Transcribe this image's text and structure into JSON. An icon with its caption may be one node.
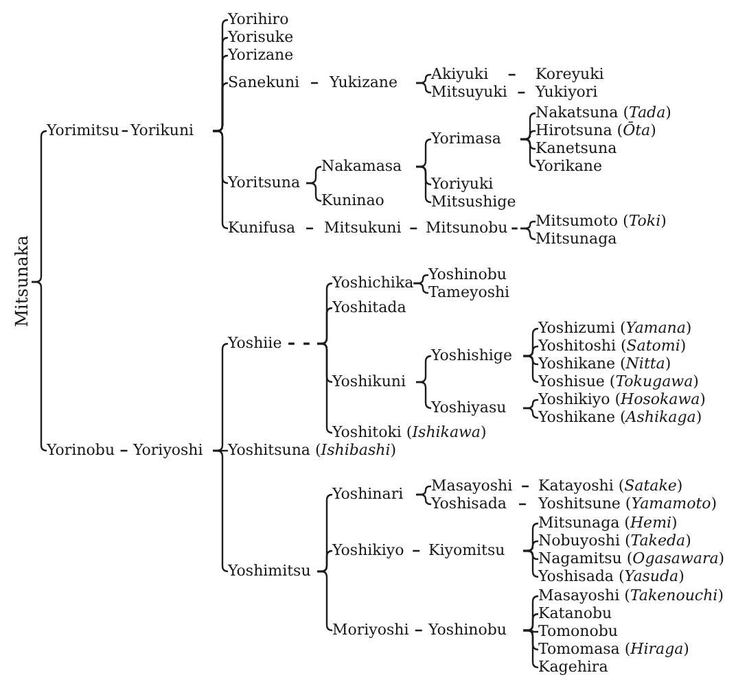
{
  "diagram": {
    "nodes": [
      {
        "text": [
          "Mitsunaka"
        ]
      },
      {
        "text": [
          "Yorimitsu"
        ]
      },
      {
        "text": [
          "Yorikuni"
        ]
      },
      {
        "text": [
          "Yorihiro"
        ]
      },
      {
        "text": [
          "Yorisuke"
        ]
      },
      {
        "text": [
          "Yorizane"
        ]
      },
      {
        "text": [
          "Sanekuni"
        ]
      },
      {
        "text": [
          "Yukizane"
        ]
      },
      {
        "text": [
          "Akiyuki"
        ]
      },
      {
        "text": [
          "Koreyuki"
        ]
      },
      {
        "text": [
          "Mitsuyuki"
        ]
      },
      {
        "text": [
          "Yukiyori"
        ]
      },
      {
        "text": [
          "Yoritsuna"
        ]
      },
      {
        "text": [
          "Nakamasa"
        ]
      },
      {
        "text": [
          "Yorimasa"
        ]
      },
      {
        "text": [
          "Nakatsuna (*Tada*)"
        ]
      },
      {
        "text": [
          "Hirotsuna (*Ōta*)"
        ]
      },
      {
        "text": [
          "Kanetsuna"
        ]
      },
      {
        "text": [
          "Yorikane"
        ]
      },
      {
        "text": [
          "Yoriyuki"
        ]
      },
      {
        "text": [
          "Mitsushige"
        ]
      },
      {
        "text": [
          "Kuninao"
        ]
      },
      {
        "text": [
          "Kunifusa"
        ]
      },
      {
        "text": [
          "Mitsukuni"
        ]
      },
      {
        "text": [
          "Mitsunobu"
        ]
      },
      {
        "text": [
          "Mitsumoto (*Toki*)"
        ]
      },
      {
        "text": [
          "Mitsunaga"
        ]
      },
      {
        "text": [
          "Yorinobu"
        ]
      },
      {
        "text": [
          "Yoriyoshi"
        ]
      },
      {
        "text": [
          "Yoshiie"
        ]
      },
      {
        "text": [
          "Yoshichika"
        ]
      },
      {
        "text": [
          "Yoshinobu"
        ]
      },
      {
        "text": [
          "Tameyoshi"
        ]
      },
      {
        "text": [
          "Yoshitada"
        ]
      },
      {
        "text": [
          "Yoshikuni"
        ]
      },
      {
        "text": [
          "Yoshishige"
        ]
      },
      {
        "text": [
          "Yoshizumi (*Yamana*)"
        ]
      },
      {
        "text": [
          "Yoshitoshi (*Satomi*)"
        ]
      },
      {
        "text": [
          "Yoshikane (*Nitta*)"
        ]
      },
      {
        "text": [
          "Yoshisue (*Tokugawa*)"
        ]
      },
      {
        "text": [
          "Yoshiyasu"
        ]
      },
      {
        "text": [
          "Yoshikiyo (*Hosokawa*)"
        ]
      },
      {
        "text": [
          "Yoshikane (*Ashikaga*)"
        ]
      },
      {
        "text": [
          "Yoshitoki (*Ishikawa*)"
        ]
      },
      {
        "text": [
          "Yoshitsuna (*Ishibashi*)"
        ]
      },
      {
        "text": [
          "Yoshimitsu"
        ]
      },
      {
        "text": [
          "Yoshinari"
        ]
      },
      {
        "text": [
          "Masayoshi"
        ]
      },
      {
        "text": [
          "Katayoshi (*Satake*)"
        ]
      },
      {
        "text": [
          "Yoshisada"
        ]
      },
      {
        "text": [
          "Yoshitsune (*Yamamoto*)"
        ]
      },
      {
        "text": [
          "Yoshikiyo"
        ]
      },
      {
        "text": [
          "Kiyomitsu"
        ]
      },
      {
        "text": [
          "Mitsunaga (*Hemi*)"
        ]
      },
      {
        "text": [
          "Nobuyoshi (*Takeda*)"
        ]
      },
      {
        "text": [
          "Nagamitsu (*Ogasawara*)"
        ]
      },
      {
        "text": [
          "Yoshisada (*Yasuda*)"
        ]
      },
      {
        "text": [
          "Moriyoshi"
        ]
      },
      {
        "text": [
          "Yoshinobu"
        ]
      },
      {
        "text": [
          "Masayoshi (*Takenouchi*)"
        ]
      },
      {
        "text": [
          "Katanobu"
        ]
      },
      {
        "text": [
          "Tomonobu"
        ]
      },
      {
        "text": [
          "Tomomasa (*Hiraga*)"
        ]
      },
      {
        "text": [
          "Kagehira"
        ]
      }
    ],
    "edges": [
      {
        "from": 0,
        "to": 1,
        "arrow": "none"
      },
      {
        "from": 0,
        "to": 27,
        "arrow": "none"
      },
      {
        "from": 1,
        "to": 2,
        "arrow": "none"
      },
      {
        "from": 2,
        "to": 3,
        "arrow": "none"
      },
      {
        "from": 2,
        "to": 4,
        "arrow": "none"
      },
      {
        "from": 2,
        "to": 5,
        "arrow": "none"
      },
      {
        "from": 2,
        "to": 6,
        "arrow": "none"
      },
      {
        "from": 2,
        "to": 12,
        "arrow": "none"
      },
      {
        "from": 2,
        "to": 22,
        "arrow": "none"
      },
      {
        "from": 6,
        "to": 7,
        "arrow": "none"
      },
      {
        "from": 7,
        "to": 8,
        "arrow": "none"
      },
      {
        "from": 7,
        "to": 10,
        "arrow": "none"
      },
      {
        "from": 8,
        "to": 9,
        "arrow": "none"
      },
      {
        "from": 10,
        "to": 11,
        "arrow": "none"
      },
      {
        "from": 12,
        "to": 13,
        "arrow": "none"
      },
      {
        "from": 12,
        "to": 21,
        "arrow": "none"
      },
      {
        "from": 13,
        "to": 14,
        "arrow": "none"
      },
      {
        "from": 13,
        "to": 19,
        "arrow": "none"
      },
      {
        "from": 13,
        "to": 20,
        "arrow": "none"
      },
      {
        "from": 14,
        "to": 15,
        "arrow": "none"
      },
      {
        "from": 14,
        "to": 16,
        "arrow": "none"
      },
      {
        "from": 14,
        "to": 17,
        "arrow": "none"
      },
      {
        "from": 14,
        "to": 18,
        "arrow": "none"
      },
      {
        "from": 22,
        "to": 23,
        "arrow": "none"
      },
      {
        "from": 23,
        "to": 24,
        "arrow": "none"
      },
      {
        "from": 24,
        "to": 25,
        "arrow": "none"
      },
      {
        "from": 24,
        "to": 26,
        "arrow": "none"
      },
      {
        "from": 27,
        "to": 28,
        "arrow": "none"
      },
      {
        "from": 28,
        "to": 29,
        "arrow": "none"
      },
      {
        "from": 28,
        "to": 44,
        "arrow": "none"
      },
      {
        "from": 28,
        "to": 45,
        "arrow": "none"
      },
      {
        "from": 29,
        "to": 30,
        "arrow": "none"
      },
      {
        "from": 29,
        "to": 33,
        "arrow": "none"
      },
      {
        "from": 29,
        "to": 34,
        "arrow": "none"
      },
      {
        "from": 29,
        "to": 43,
        "arrow": "none"
      },
      {
        "from": 30,
        "to": 31,
        "arrow": "none"
      },
      {
        "from": 30,
        "to": 32,
        "arrow": "none"
      },
      {
        "from": 34,
        "to": 35,
        "arrow": "none"
      },
      {
        "from": 34,
        "to": 40,
        "arrow": "none"
      },
      {
        "from": 35,
        "to": 36,
        "arrow": "none"
      },
      {
        "from": 35,
        "to": 37,
        "arrow": "none"
      },
      {
        "from": 35,
        "to": 38,
        "arrow": "none"
      },
      {
        "from": 35,
        "to": 39,
        "arrow": "none"
      },
      {
        "from": 40,
        "to": 41,
        "arrow": "none"
      },
      {
        "from": 40,
        "to": 42,
        "arrow": "none"
      },
      {
        "from": 45,
        "to": 46,
        "arrow": "none"
      },
      {
        "from": 45,
        "to": 51,
        "arrow": "none"
      },
      {
        "from": 45,
        "to": 57,
        "arrow": "none"
      },
      {
        "from": 46,
        "to": 47,
        "arrow": "none"
      },
      {
        "from": 46,
        "to": 49,
        "arrow": "none"
      },
      {
        "from": 47,
        "to": 48,
        "arrow": "none"
      },
      {
        "from": 49,
        "to": 50,
        "arrow": "none"
      },
      {
        "from": 51,
        "to": 52,
        "arrow": "none"
      },
      {
        "from": 52,
        "to": 53,
        "arrow": "none"
      },
      {
        "from": 52,
        "to": 54,
        "arrow": "none"
      },
      {
        "from": 52,
        "to": 55,
        "arrow": "none"
      },
      {
        "from": 52,
        "to": 56,
        "arrow": "none"
      },
      {
        "from": 57,
        "to": 58,
        "arrow": "none"
      },
      {
        "from": 58,
        "to": 59,
        "arrow": "none"
      },
      {
        "from": 58,
        "to": 60,
        "arrow": "none"
      },
      {
        "from": 58,
        "to": 61,
        "arrow": "none"
      },
      {
        "from": 58,
        "to": 62,
        "arrow": "none"
      },
      {
        "from": 58,
        "to": 63,
        "arrow": "none"
      }
    ]
  }
}
